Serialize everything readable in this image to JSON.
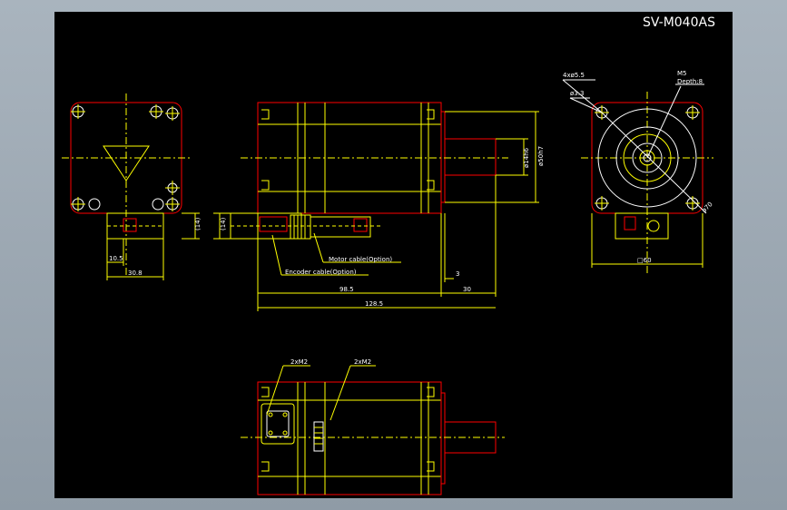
{
  "title": "SV-M040AS",
  "colors": {
    "background": "#000000",
    "outline": "#ff0000",
    "detail": "#ffff00",
    "centerline": "#ffff00",
    "text": "#ffffff",
    "circles": "#ffffff",
    "frame": "#9aa5b0"
  },
  "side_view": {
    "dim_shaft_d": "ø14h6",
    "dim_pilot_d": "ø50h7",
    "dim_body": "98.5",
    "dim_shaft_len": "30",
    "dim_total": "128.5",
    "dim_step": "3",
    "dim_cable_h": "(14)",
    "note_motor_cable": "Motor cable(Option)",
    "note_encoder_cable": "Encoder cable(Option)"
  },
  "rear_view": {
    "dim_offset": "10.5",
    "dim_width": "30.8",
    "dim_cable_h": "(14)"
  },
  "front_view": {
    "note_holes": "4xø5.5",
    "note_tap": "M5",
    "note_depth": "Depth:8",
    "note_bolt_circle": "ø3.3",
    "dim_pcd": "ø70",
    "dim_square": "□60"
  },
  "bottom_view": {
    "note_left": "2xM2",
    "note_right": "2xM2"
  }
}
